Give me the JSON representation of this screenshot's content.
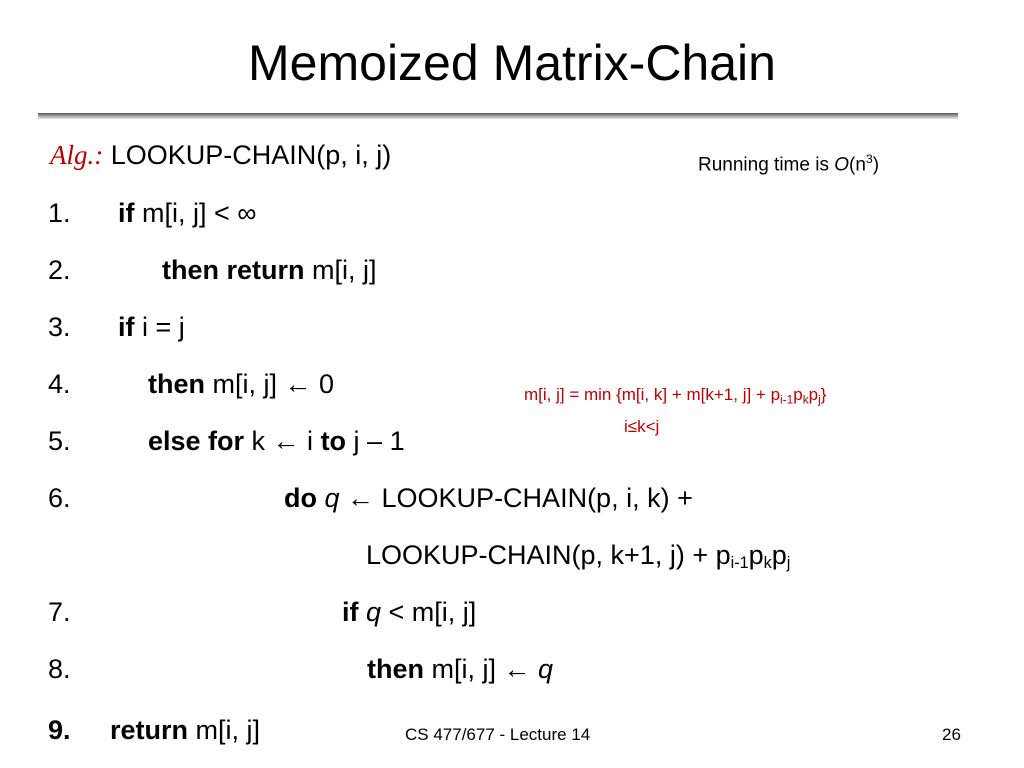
{
  "title": "Memoized Matrix-Chain",
  "alg_label": "Alg.:",
  "running_time": {
    "prefix": "Running time is ",
    "big_o": "O",
    "arg_open": "(n",
    "exp": "3",
    "arg_close": ")"
  },
  "lines": {
    "l0": "LOOKUP-CHAIN(p, i, j)",
    "n1": "1.",
    "l1_kw": "if",
    "l1_rest": " m[i, j] < ∞",
    "n2": "2.",
    "l2_kw": "then return",
    "l2_rest": " m[i, j]",
    "n3": "3.",
    "l3_kw": "if",
    "l3_rest": " i = j",
    "n4": "4.",
    "l4_kw": "then",
    "l4_rest": " m[i, j] ← 0",
    "n5": "5.",
    "l5_kw1": "else for",
    "l5_mid": " k ← i ",
    "l5_kw2": "to",
    "l5_rest": " j – 1",
    "n6": "6.",
    "l6_kw": "do",
    "l6_q": " q",
    "l6_rest": " ← LOOKUP-CHAIN(p, i, k) +",
    "l6b_main": "LOOKUP-CHAIN(p, k+1, j) + p",
    "l6b_sub1": "i-1",
    "l6b_p2": "p",
    "l6b_sub2": "k",
    "l6b_p3": "p",
    "l6b_sub3": "j",
    "n7": "7.",
    "l7_kw": "if",
    "l7_q": " q",
    "l7_rest": " < m[i, j]",
    "n8": "8.",
    "l8_kw": "then",
    "l8_rest": " m[i, j] ← ",
    "l8_q": "q",
    "n9": "9.",
    "l9_kw": "return",
    "l9_rest": " m[i, j]"
  },
  "recurrence": {
    "main": "m[i, j] =  min {m[i, k] + m[k+1, j] + p",
    "sub1": "i-1",
    "p2": "p",
    "sub2": "k",
    "p3": "p",
    "sub3": "j",
    "close": "}",
    "range": "i≤k<j"
  },
  "footer": {
    "course": "CS 477/677 - Lecture 14",
    "page": "26"
  },
  "colors": {
    "accent": "#c00000",
    "text": "#000000"
  }
}
